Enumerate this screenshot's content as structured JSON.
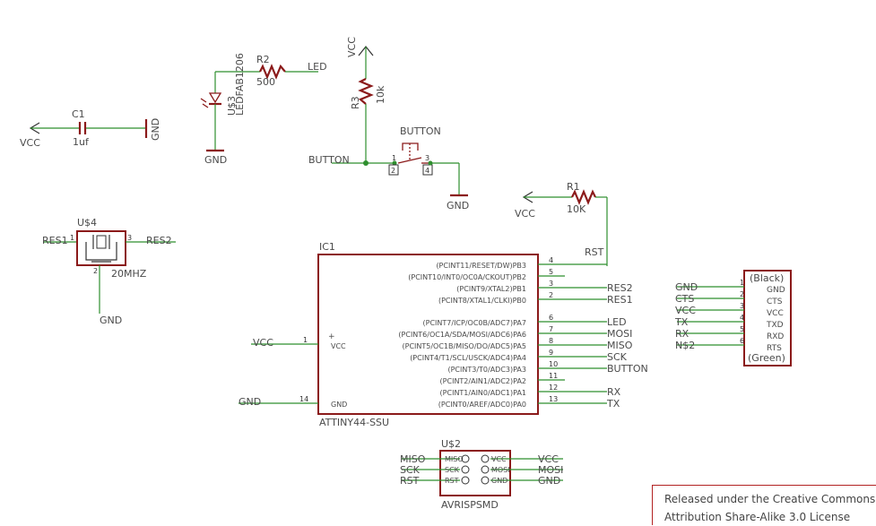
{
  "components": {
    "c1": {
      "ref": "C1",
      "value": "1uf",
      "vcc": "VCC",
      "gnd": "GND"
    },
    "r2": {
      "ref": "R2",
      "value": "500",
      "net": "LED"
    },
    "led": {
      "ref": "U$3",
      "pkg": "LEDFAB1206",
      "gnd": "GND"
    },
    "vcc_top": "VCC",
    "r3": {
      "ref": "R3",
      "value": "10k"
    },
    "button": {
      "ref": "BUTTON",
      "net": "BUTTON",
      "gnd": "GND",
      "pins": [
        "1",
        "2",
        "3",
        "4"
      ]
    },
    "r1": {
      "ref": "R1",
      "value": "10K",
      "vcc": "VCC",
      "net": "RST"
    },
    "xtal": {
      "ref": "U$4",
      "value": "20MHZ",
      "res1": "RES1",
      "res2": "RES2",
      "gnd": "GND",
      "pin1": "1",
      "pin2": "2",
      "pin3": "3"
    },
    "ic1": {
      "ref": "IC1",
      "part": "ATTINY44-SSU",
      "left_pins": [
        {
          "num": "1",
          "name": "VCC",
          "net": "VCC"
        },
        {
          "num": "14",
          "name": "GND",
          "net": "GND"
        }
      ],
      "right_pins": [
        {
          "name": "(PCINT11/RESET/DW)PB3",
          "num": "4",
          "net": "RST"
        },
        {
          "name": "(PCINT10/INT0/OC0A/CKOUT)PB2",
          "num": "5",
          "net": ""
        },
        {
          "name": "(PCINT9/XTAL2)PB1",
          "num": "3",
          "net": "RES2"
        },
        {
          "name": "(PCINT8/XTAL1/CLKI)PB0",
          "num": "2",
          "net": "RES1"
        },
        {
          "name": "(PCINT7/ICP/OC0B/ADC7)PA7",
          "num": "6",
          "net": "LED"
        },
        {
          "name": "(PCINT6/OC1A/SDA/MOSI/ADC6)PA6",
          "num": "7",
          "net": "MOSI"
        },
        {
          "name": "(PCINT5/OC1B/MISO/DO/ADC5)PA5",
          "num": "8",
          "net": "MISO"
        },
        {
          "name": "(PCINT4/T1/SCL/USCK/ADC4)PA4",
          "num": "9",
          "net": "SCK"
        },
        {
          "name": "(PCINT3/T0/ADC3)PA3",
          "num": "10",
          "net": "BUTTON"
        },
        {
          "name": "(PCINT2/AIN1/ADC2)PA2",
          "num": "11",
          "net": ""
        },
        {
          "name": "(PCINT1/AIN0/ADC1)PA1",
          "num": "12",
          "net": "RX"
        },
        {
          "name": "(PCINT0/AREF/ADC0)PA0",
          "num": "13",
          "net": "TX"
        }
      ]
    },
    "ftdi": {
      "top": "(Black)",
      "bottom": "(Green)",
      "pins": [
        {
          "net": "GND",
          "num": "1",
          "name": "GND"
        },
        {
          "net": "CTS",
          "num": "2",
          "name": "CTS"
        },
        {
          "net": "VCC",
          "num": "3",
          "name": "VCC"
        },
        {
          "net": "TX",
          "num": "4",
          "name": "TXD"
        },
        {
          "net": "RX",
          "num": "5",
          "name": "RXD"
        },
        {
          "net": "N$2",
          "num": "6",
          "name": "RTS"
        }
      ]
    },
    "isp": {
      "ref": "U$2",
      "part": "AVRISPSMD",
      "left": [
        {
          "net": "MISO",
          "pin": "MISO"
        },
        {
          "net": "SCK",
          "pin": "SCK"
        },
        {
          "net": "RST",
          "pin": "RST"
        }
      ],
      "right": [
        {
          "net": "VCC",
          "pin": "VCC"
        },
        {
          "net": "MOSI",
          "pin": "MOSI"
        },
        {
          "net": "GND",
          "pin": "GND"
        }
      ]
    }
  },
  "license": {
    "line1": "Released under the Creative Commons",
    "line2": "Attribution Share-Alike 3.0 License"
  }
}
